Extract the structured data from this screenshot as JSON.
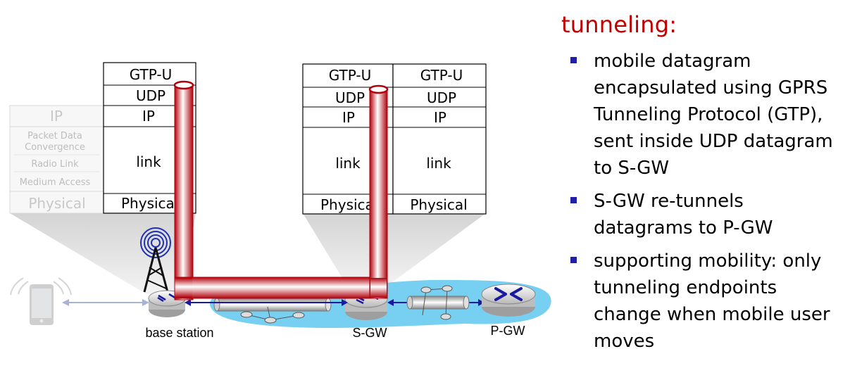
{
  "text_panel": {
    "title": "tunneling:",
    "bullets": [
      "mobile datagram encapsulated using GPRS Tunneling Protocol (GTP), sent inside UDP datagram to S-GW",
      "S-GW re-tunnels datagrams to P-GW",
      "supporting mobility: only tunneling endpoints change when mobile user moves"
    ]
  },
  "diagram": {
    "ghost_stack": {
      "ip": "IP",
      "pdcp_line1": "Packet Data",
      "pdcp_line2": "Convergence",
      "radio_link": "Radio Link",
      "medium_access": "Medium Access",
      "physical": "Physical"
    },
    "base_station_stack": {
      "gtp": "GTP-U",
      "udp": "UDP",
      "ip": "IP",
      "link": "link",
      "physical": "Physical"
    },
    "sgw_left_stack": {
      "gtp": "GTP-U",
      "udp": "UDP",
      "ip": "IP",
      "link": "link",
      "physical": "Physical"
    },
    "sgw_right_stack": {
      "gtp": "GTP-U",
      "udp": "UDP",
      "ip": "IP",
      "link": "link",
      "physical": "Physical"
    },
    "labels": {
      "base_station": "base station",
      "sgw": "S-GW",
      "pgw": "P-GW"
    },
    "colors": {
      "tunnel": "#c8000a",
      "title": "#c00000",
      "bullet": "#1f1fa8",
      "network_cloud": "#5fc8f0",
      "router_arrow": "#1a1aa0"
    }
  }
}
